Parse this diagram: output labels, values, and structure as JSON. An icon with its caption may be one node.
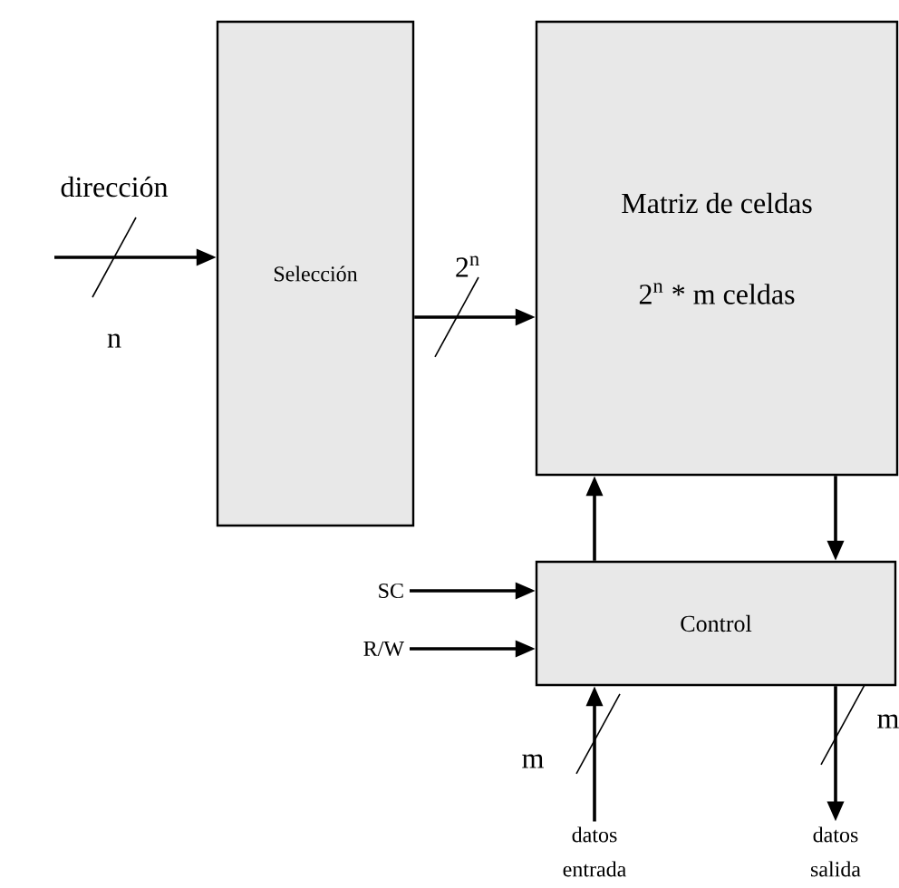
{
  "diagram": {
    "nodes": [
      {
        "text": [
          "Selección"
        ]
      },
      {
        "text": [
          "Matriz de celdas",
          "2$^{n}$ * m celdas"
        ]
      },
      {
        "text": [
          "Control"
        ]
      },
      {
        "text": [
          "SC"
        ]
      },
      {
        "text": [
          "R/W"
        ]
      },
      {
        "text": [
          "datos entrada"
        ]
      },
      {
        "text": [
          "datos salida"
        ]
      }
    ],
    "edges": [
      {
        "from": null,
        "to": 0,
        "arrow": "to",
        "label": "dirección"
      },
      {
        "from": 0,
        "to": 1,
        "arrow": "to"
      },
      {
        "from": 2,
        "to": 1,
        "arrow": "to"
      },
      {
        "from": 1,
        "to": 2,
        "arrow": "to"
      },
      {
        "from": 3,
        "to": 2,
        "arrow": "to"
      },
      {
        "from": 4,
        "to": 2,
        "arrow": "to"
      },
      {
        "from": 5,
        "to": 2,
        "arrow": "to"
      },
      {
        "from": 2,
        "to": 6,
        "arrow": "to"
      }
    ],
    "labels": [
      "n",
      "2$^{n}$",
      "m",
      "m"
    ]
  }
}
